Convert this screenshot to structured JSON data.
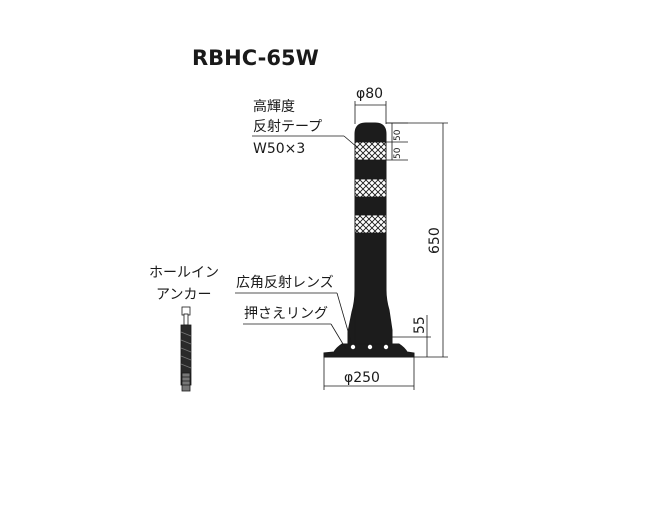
{
  "title": "RBHC-65W",
  "labels": {
    "reflective_tape_line1": "高輝度",
    "reflective_tape_line2": "反射テープ",
    "reflective_tape_line3": "W50×3",
    "wide_angle_lens": "広角反射レンズ",
    "retaining_ring": "押さえリング",
    "anchor_line1": "ホールイン",
    "anchor_line2": "アンカー"
  },
  "dimensions": {
    "top_diameter": "φ80",
    "band_top": "50",
    "band_height": "50",
    "total_height": "650",
    "base_height": "55",
    "base_diameter": "φ250"
  },
  "colors": {
    "post": "#1c1c1c",
    "line": "#1a1a1a",
    "background": "#ffffff"
  }
}
